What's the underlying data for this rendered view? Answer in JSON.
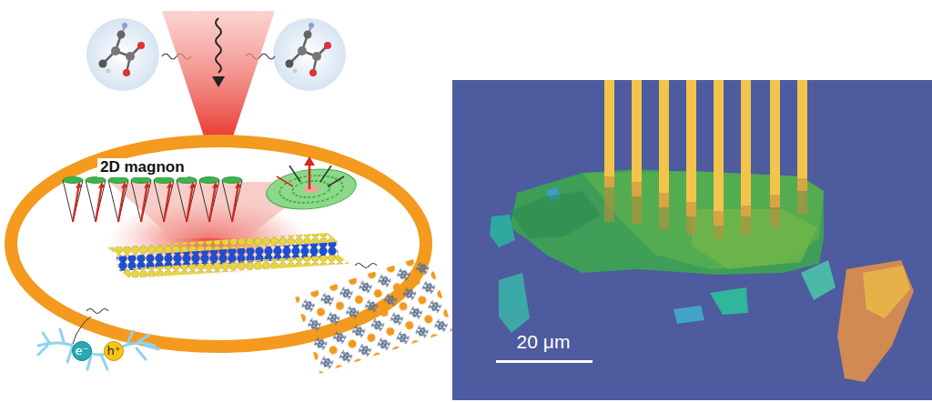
{
  "diagram": {
    "nodes": [
      {
        "text": [
          "2D magnon"
        ]
      },
      {
        "text": [
          "e⁻"
        ]
      },
      {
        "text": [
          "h⁺"
        ]
      }
    ],
    "labels": [
      "20 μm"
    ]
  }
}
